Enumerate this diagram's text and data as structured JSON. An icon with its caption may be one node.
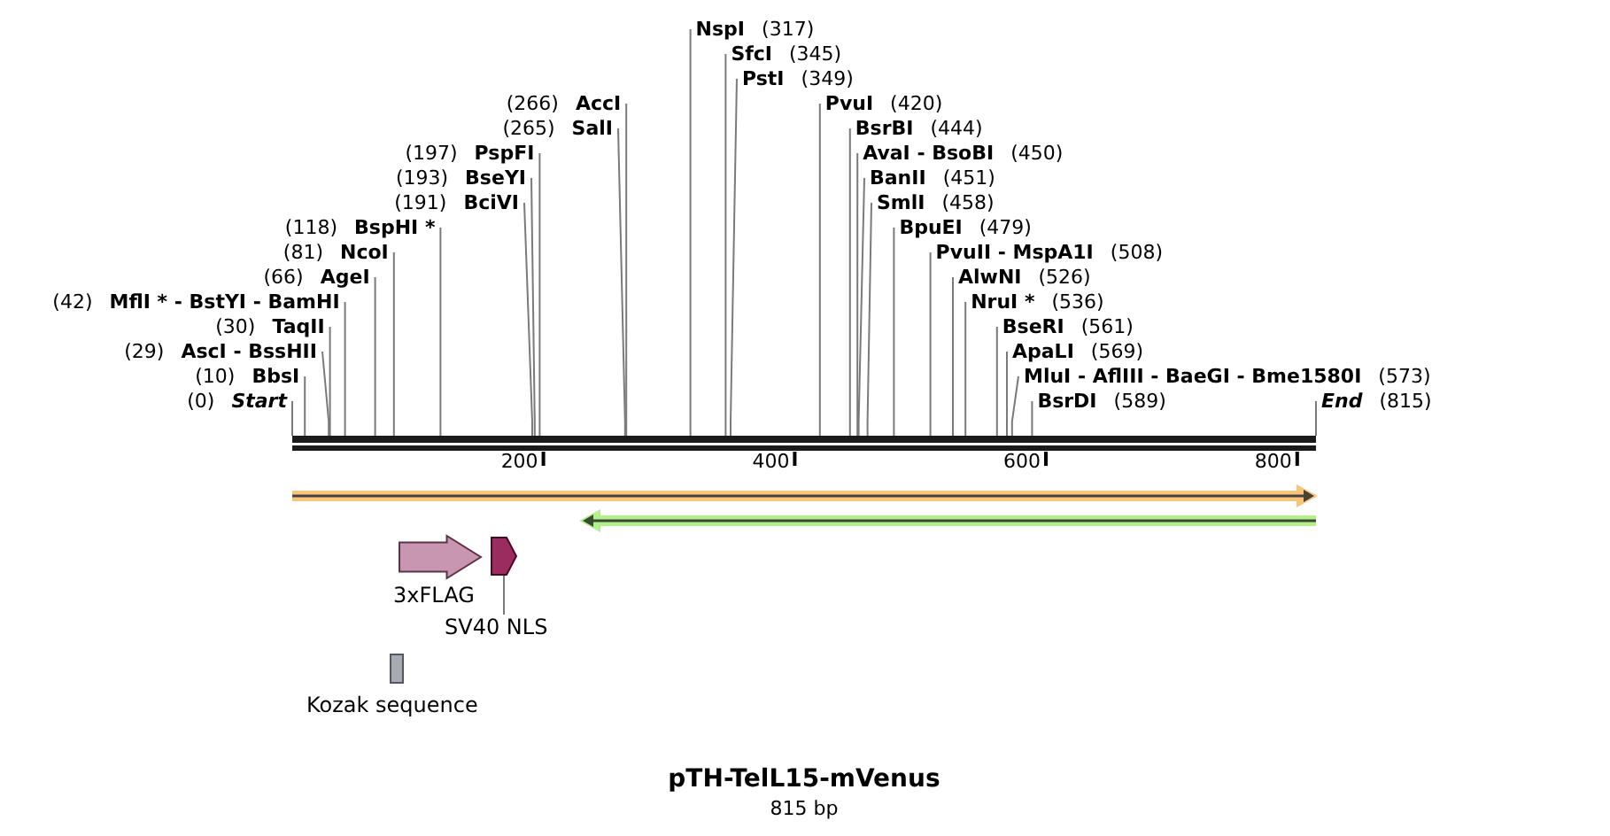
{
  "diagram": {
    "title": "pTH-TelL15-mVenus",
    "caption": "815 bp",
    "nodes": [
      {
        "text": [
          "BsrBI",
          "(444)"
        ]
      },
      {
        "text": [
          "AvaI - BsoBI",
          "(450)"
        ]
      },
      {
        "text": [
          "BanII",
          "(451)"
        ]
      },
      {
        "text": [
          "SmlI",
          "(458)"
        ]
      },
      {
        "text": [
          "(118)",
          "BspHI *"
        ]
      },
      {
        "text": [
          "BpuEI",
          "(479)"
        ]
      },
      {
        "text": [
          "(81)",
          "NcoI"
        ]
      },
      {
        "text": [
          "PvuII - MspA1I",
          "(508)"
        ]
      },
      {
        "text": [
          "(66)",
          "AgeI"
        ]
      },
      {
        "text": [
          "AlwNI",
          "(526)"
        ]
      },
      {
        "text": [
          "(266)",
          "AccI"
        ]
      },
      {
        "text": [
          "NruI *",
          "(536)"
        ]
      },
      {
        "text": [
          "(42)",
          "MflI * - BstYI - BamHI"
        ]
      },
      {
        "text": [
          "NspI",
          "(317)"
        ]
      },
      {
        "text": [
          "(265)",
          "SalI"
        ]
      },
      {
        "text": [
          "(30)",
          "TaqII"
        ]
      },
      {
        "text": [
          "BseRI",
          "(561)"
        ]
      },
      {
        "text": [
          "SfcI",
          "(345)"
        ]
      },
      {
        "text": [
          "(29)",
          "AscI - BssHII"
        ]
      },
      {
        "text": [
          "(197)",
          "PspFI"
        ]
      },
      {
        "text": [
          "ApaLI",
          "(569)"
        ]
      },
      {
        "text": [
          "PstI",
          "(349)"
        ]
      },
      {
        "text": [
          "(10)",
          "BbsI"
        ]
      },
      {
        "text": [
          "(193)",
          "BseYI"
        ]
      },
      {
        "text": [
          "MluI - AflIII - BaeGI - Bme1580I",
          "(573)"
        ]
      },
      {
        "text": [
          "(0)",
          "Start"
        ]
      },
      {
        "text": [
          "(191)",
          "BciVI"
        ]
      },
      {
        "text": [
          "PvuI",
          "(420)"
        ]
      },
      {
        "text": [
          "BsrDI",
          "(589)"
        ]
      },
      {
        "text": [
          "End",
          "(815)"
        ]
      },
      {
        "text": [],
        "shape": "bar"
      },
      {
        "text": [],
        "shape": "arrow"
      },
      {
        "text": [],
        "shape": "arrow"
      },
      {
        "text": [
          "3xFLAG"
        ]
      },
      {
        "text": [],
        "shape": "arrow"
      },
      {
        "text": [
          "SV40 NLS"
        ]
      },
      {
        "text": [
          "Kozak sequence"
        ]
      }
    ],
    "edges": [
      {
        "from": 0,
        "to": 30,
        "arrow": "none"
      },
      {
        "from": 1,
        "to": 30,
        "arrow": "none"
      },
      {
        "from": 2,
        "to": 30,
        "arrow": "none"
      },
      {
        "from": 3,
        "to": 30,
        "arrow": "none"
      },
      {
        "from": 4,
        "to": 30,
        "arrow": "none"
      },
      {
        "from": 5,
        "to": 30,
        "arrow": "none"
      },
      {
        "from": 6,
        "to": 30,
        "arrow": "none"
      },
      {
        "from": 7,
        "to": 30,
        "arrow": "none"
      },
      {
        "from": 8,
        "to": 30,
        "arrow": "none"
      },
      {
        "from": 9,
        "to": 30,
        "arrow": "none"
      },
      {
        "from": 10,
        "to": 30,
        "arrow": "none"
      },
      {
        "from": 11,
        "to": 30,
        "arrow": "none"
      },
      {
        "from": 12,
        "to": 30,
        "arrow": "none"
      },
      {
        "from": 13,
        "to": 30,
        "arrow": "none"
      },
      {
        "from": 14,
        "to": 30,
        "arrow": "none"
      },
      {
        "from": 15,
        "to": 30,
        "arrow": "none"
      },
      {
        "from": 16,
        "to": 30,
        "arrow": "none"
      },
      {
        "from": 17,
        "to": 30,
        "arrow": "none"
      },
      {
        "from": 18,
        "to": 30,
        "arrow": "none"
      },
      {
        "from": 19,
        "to": 30,
        "arrow": "none"
      },
      {
        "from": 20,
        "to": 30,
        "arrow": "none"
      },
      {
        "from": 21,
        "to": 30,
        "arrow": "none"
      },
      {
        "from": 22,
        "to": 30,
        "arrow": "none"
      },
      {
        "from": 23,
        "to": 30,
        "arrow": "none"
      },
      {
        "from": 24,
        "to": 30,
        "arrow": "none"
      },
      {
        "from": 25,
        "to": 30,
        "arrow": "none"
      },
      {
        "from": 26,
        "to": 30,
        "arrow": "none"
      },
      {
        "from": 27,
        "to": 30,
        "arrow": "none"
      },
      {
        "from": 28,
        "to": 30,
        "arrow": "none"
      },
      {
        "from": 29,
        "to": 30,
        "arrow": "none"
      },
      {
        "from": 35,
        "to": 34,
        "arrow": "none"
      }
    ],
    "labels": [
      "200",
      "400",
      "600",
      "800"
    ]
  }
}
